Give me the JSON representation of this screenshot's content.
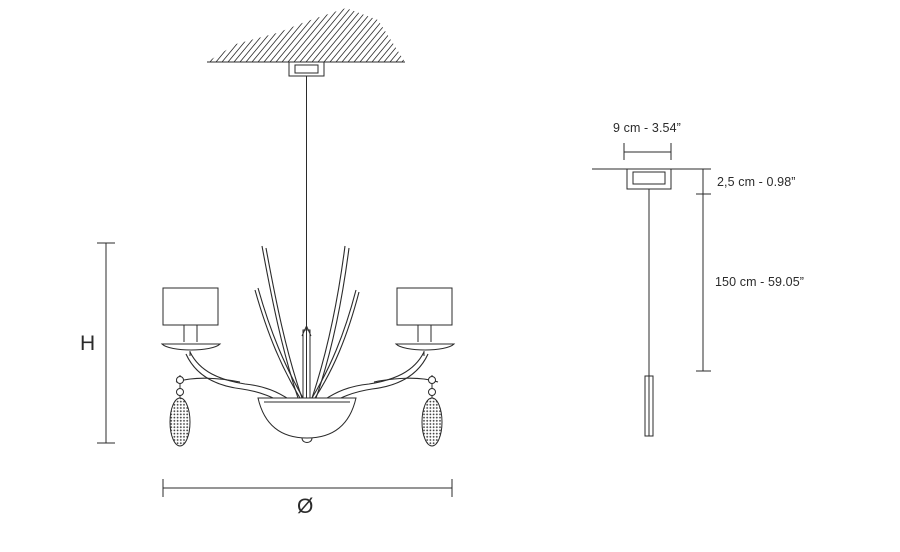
{
  "labels": {
    "height": "H",
    "diameter": "Ø",
    "canopy_width": "9 cm - 3.54”",
    "canopy_height": "2,5 cm - 0.98”",
    "cable_length": "150 cm - 59.05”"
  },
  "colors": {
    "line": "#2b2b2b",
    "background": "#ffffff"
  }
}
